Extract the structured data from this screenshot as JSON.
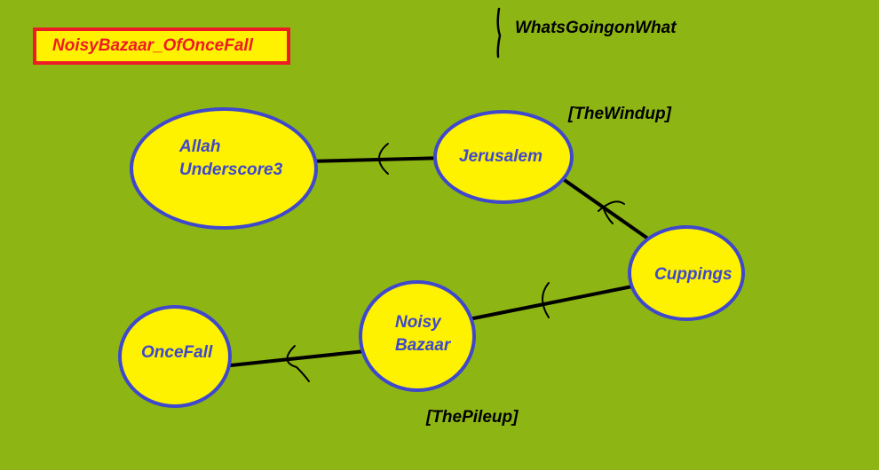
{
  "title": "NoisyBazaar_OfOnceFall",
  "legend": {
    "label": "WhatsGoingonWhat"
  },
  "annotations": {
    "windup": "[TheWindup]",
    "pileup": "[ThePileup]"
  },
  "nodes": {
    "allah": {
      "line1": "Allah",
      "line2": "Underscore3"
    },
    "jerusalem": {
      "label": "Jerusalem"
    },
    "cuppings": {
      "label": "Cuppings"
    },
    "noisy_bazaar": {
      "line1": "Noisy",
      "line2": "Bazaar"
    },
    "oncefall": {
      "label": "OnceFall"
    }
  },
  "edges": [
    {
      "from": "Jerusalem",
      "to": "Allah Underscore3"
    },
    {
      "from": "Cuppings",
      "to": "Jerusalem"
    },
    {
      "from": "Cuppings",
      "to": "Noisy Bazaar"
    },
    {
      "from": "Noisy Bazaar",
      "to": "OnceFall"
    }
  ],
  "colors": {
    "background": "#8db514",
    "node_fill": "#fff200",
    "node_stroke": "#3f48cc",
    "node_text": "#3f48cc",
    "title_text": "#ed1c24",
    "title_border": "#ed1c24",
    "edge": "#000000"
  }
}
